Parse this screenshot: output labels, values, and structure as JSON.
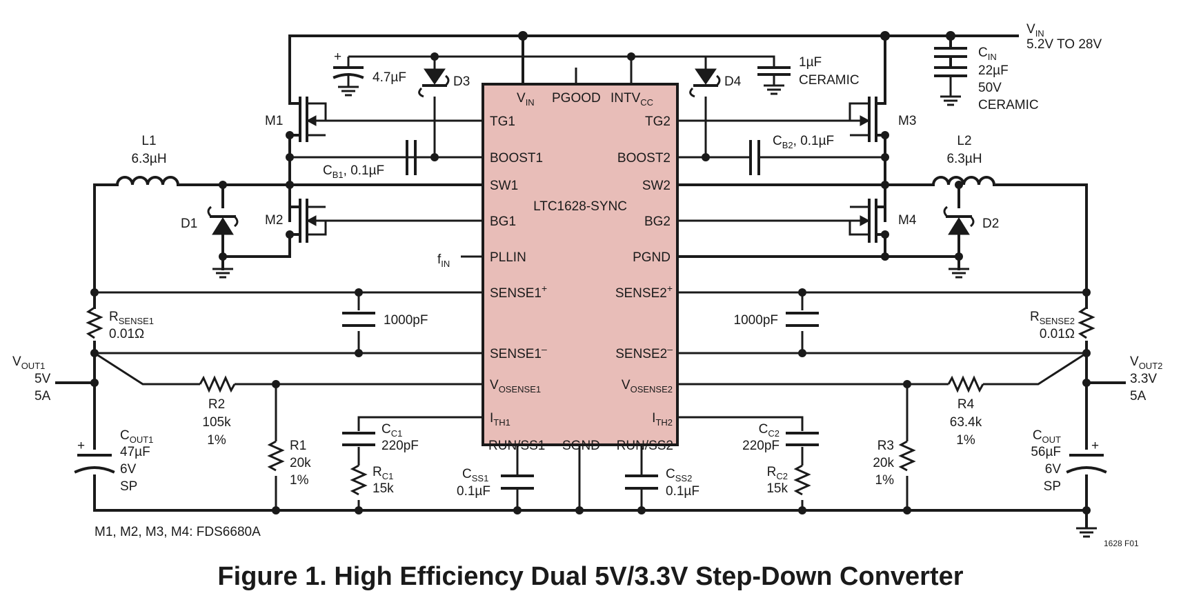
{
  "figure_title": "Figure 1. High Efficiency Dual 5V/3.3V Step-Down Converter",
  "figure_code": "1628 F01",
  "ic": {
    "name": "LTC1628-SYNC",
    "top_pins": {
      "vin": "V",
      "vin_sub": "IN",
      "pgood": "PGOOD",
      "intvcc": "INTV",
      "intvcc_sub": "CC"
    },
    "left_pins": {
      "tg1": "TG1",
      "boost1": "BOOST1",
      "sw1": "SW1",
      "bg1": "BG1",
      "pllin": "PLLIN",
      "sense1p": "SENSE1",
      "sense1m": "SENSE1",
      "vosense1": "V",
      "vosense1_sub": "OSENSE1",
      "ith1": "I",
      "ith1_sub": "TH1"
    },
    "right_pins": {
      "tg2": "TG2",
      "boost2": "BOOST2",
      "sw2": "SW2",
      "bg2": "BG2",
      "pgnd": "PGND",
      "sense2p": "SENSE2",
      "sense2m": "SENSE2",
      "vosense2": "V",
      "vosense2_sub": "OSENSE2",
      "ith2": "I",
      "ith2_sub": "TH2"
    },
    "bottom_pins": {
      "runss1": "RUN/SS1",
      "sgnd": "SGND",
      "runss2": "RUN/SS2"
    },
    "plus_sign": "+",
    "minus_sign": "–"
  },
  "input": {
    "label": "V",
    "label_sub": "IN",
    "range": "5.2V TO 28V"
  },
  "fin": {
    "label": "f",
    "label_sub": "IN"
  },
  "components": {
    "c_47": "4.7µF",
    "d3": "D3",
    "d4": "D4",
    "c_1u": {
      "value": "1µF",
      "type": "CERAMIC"
    },
    "cin": {
      "name": "C",
      "name_sub": "IN",
      "value": "22µF",
      "voltage": "50V",
      "type": "CERAMIC"
    },
    "m1": "M1",
    "m2": "M2",
    "m3": "M3",
    "m4": "M4",
    "cb1": {
      "name": "C",
      "name_sub": "B1",
      "value": ", 0.1µF"
    },
    "cb2": {
      "name": "C",
      "name_sub": "B2",
      "value": ", 0.1µF"
    },
    "l1": {
      "name": "L1",
      "value": "6.3µH"
    },
    "l2": {
      "name": "L2",
      "value": "6.3µH"
    },
    "d1": "D1",
    "d2": "D2",
    "rsense1": {
      "name": "R",
      "name_sub": "SENSE1",
      "value": "0.01Ω"
    },
    "rsense2": {
      "name": "R",
      "name_sub": "SENSE2",
      "value": "0.01Ω"
    },
    "c_1000_left": "1000pF",
    "c_1000_right": "1000pF",
    "r2": {
      "name": "R2",
      "value": "105k",
      "tol": "1%"
    },
    "r4": {
      "name": "R4",
      "value": "63.4k",
      "tol": "1%"
    },
    "r1": {
      "name": "R1",
      "value": "20k",
      "tol": "1%"
    },
    "r3": {
      "name": "R3",
      "value": "20k",
      "tol": "1%"
    },
    "cc1": {
      "name": "C",
      "name_sub": "C1",
      "value": "220pF"
    },
    "cc2": {
      "name": "C",
      "name_sub": "C2",
      "value": "220pF"
    },
    "rc1": {
      "name": "R",
      "name_sub": "C1",
      "value": "15k"
    },
    "rc2": {
      "name": "R",
      "name_sub": "C2",
      "value": "15k"
    },
    "css1": {
      "name": "C",
      "name_sub": "SS1",
      "value": "0.1µF"
    },
    "css2": {
      "name": "C",
      "name_sub": "SS2",
      "value": "0.1µF"
    },
    "cout1": {
      "name": "C",
      "name_sub": "OUT1",
      "value": "47µF",
      "voltage": "6V",
      "type": "SP"
    },
    "cout2": {
      "name": "C",
      "name_sub": "OUT",
      "value": "56µF",
      "voltage": "6V",
      "type": "SP"
    },
    "mosfet_note": "M1, M2, M3, M4: FDS6680A"
  },
  "outputs": {
    "vout1": {
      "label": "V",
      "label_sub": "OUT1",
      "voltage": "5V",
      "current": "5A"
    },
    "vout2": {
      "label": "V",
      "label_sub": "OUT2",
      "voltage": "3.3V",
      "current": "5A"
    }
  },
  "colors": {
    "ic_fill": "#e8bdb8",
    "wire": "#1a1a1a"
  }
}
